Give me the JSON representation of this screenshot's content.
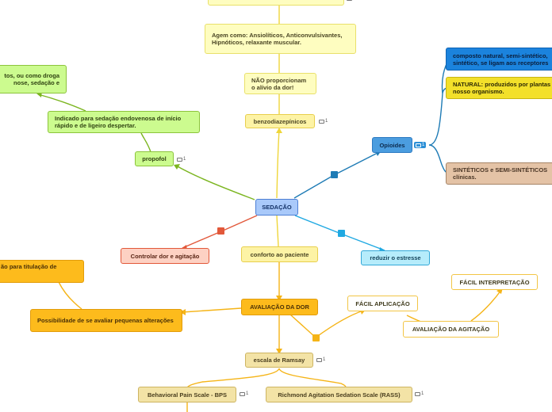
{
  "nodes": {
    "top_cut": "",
    "agem": "Agem como: Ansiolíticos, Anticonvulsivantes, Hipnóticos, relaxante muscular.",
    "nao_proporcionam": "NÃO proporcionam o alívio da dor!",
    "benzo": "benzodiazepínicos",
    "sedacao": "SEDAÇÃO",
    "propofol": "propofol",
    "indicado": "Indicado para sedação endovenosa de início rápido e de ligeiro despertar.",
    "topleft": "tos, ou como droga nose, sedação e",
    "opioides": "Opioides",
    "composto": "composto natural, semi-sintético, sintético, se ligam aos receptores",
    "natural": "NATURAL: produzidos por plantas nosso organismo.",
    "sinteticos": "SINTÉTICOS e SEMI-SINTÉTICOS clínicas.",
    "controlar": "Controlar dor e agitação",
    "conforto": "conforto ao paciente",
    "reduzir": "reduzir o estresse",
    "titulacao": "ão para titulação de",
    "possibilidade": "Possibilidade de se avaliar pequenas alterações",
    "avaliacao_dor": "AVALIAÇÃO DA DOR",
    "facil_aplicacao": "FÁCIL APLICAÇÃO",
    "facil_interpretacao": "FÁCIL INTERPRETAÇÃO",
    "avaliacao_agitacao": "AVALIAÇÃO DA AGITAÇÃO",
    "ramsay": "escala de Ramsay",
    "bps": "Behavioral Pain Scale - BPS",
    "rass": "Richmond Agitation Sedation Scale (RASS)"
  },
  "comment_count": "1",
  "colors": {
    "yellow_line": "#efd63a",
    "green_line": "#7bb51f",
    "blue_line": "#1e7bb5",
    "red_line": "#e2583a",
    "cyan_line": "#20a9e2",
    "orange_line": "#f5b417"
  }
}
